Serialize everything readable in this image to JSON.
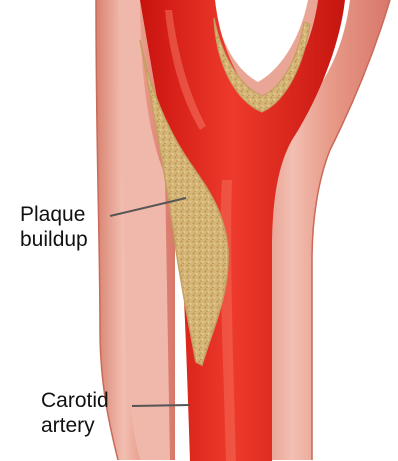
{
  "labels": {
    "plaque": {
      "line1": "Plaque",
      "line2": "buildup"
    },
    "carotid": {
      "line1": "Carotid",
      "line2": "artery"
    }
  },
  "colors": {
    "background": "#ffffff",
    "outer_wall": "#e8a395",
    "wall_highlight": "#f6d3c9",
    "wall_mid": "#de7d6c",
    "blood": "#e52a22",
    "blood_dark": "#c81712",
    "plaque": "#d3b274",
    "plaque_dark": "#b08a4f",
    "leader_line": "#555555",
    "label_text": "#111111"
  }
}
